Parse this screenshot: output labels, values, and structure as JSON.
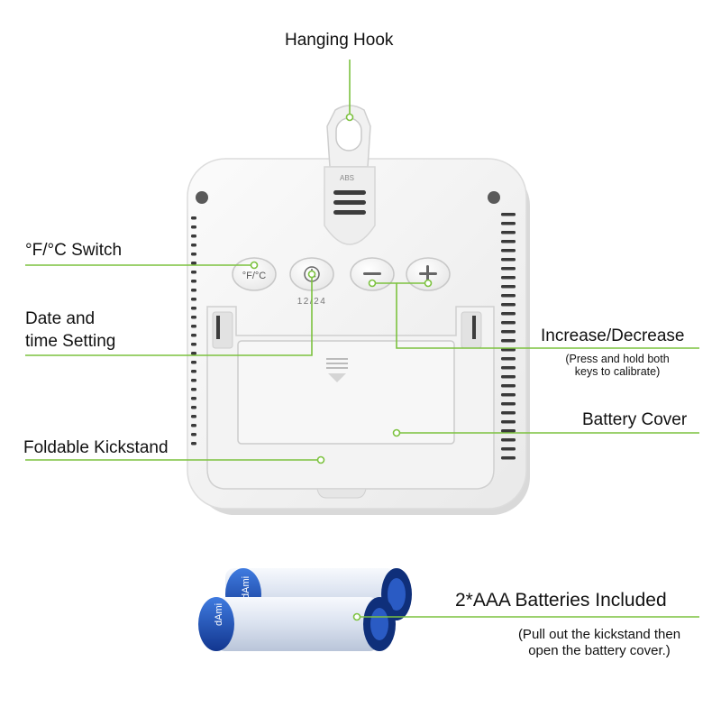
{
  "labels": {
    "hanging_hook": "Hanging Hook",
    "temp_switch": "°F/°C Switch",
    "date_time_line1": "Date and",
    "date_time_line2": "time Setting",
    "increase_decrease": "Increase/Decrease",
    "increase_decrease_note_line1": "(Press and hold both",
    "increase_decrease_note_line2": "keys to calibrate)",
    "battery_cover": "Battery Cover",
    "foldable_kickstand": "Foldable Kickstand",
    "batteries": "2*AAA Batteries Included",
    "batteries_note_line1": "(Pull out the kickstand then",
    "batteries_note_line2": "open the battery cover.)"
  },
  "device": {
    "button_temp_text": "°F/°C",
    "button_clock_caption": "12/24",
    "hook_stamp": "ABS"
  },
  "battery_brand": "dAmi",
  "colors": {
    "accent_line": "#7cc23f",
    "device_body": "#f4f4f4",
    "battery_cap": "#1d4fb8",
    "battery_body": "#dfe6f2"
  }
}
